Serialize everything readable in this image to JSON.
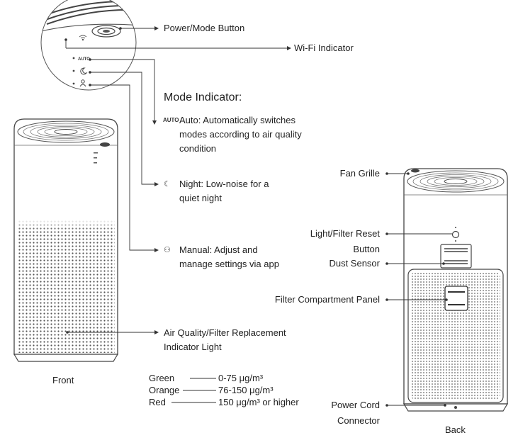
{
  "callouts": {
    "power_mode_button": "Power/Mode Button",
    "wifi_indicator": "Wi-Fi Indicator",
    "mode_indicator_heading": "Mode Indicator:",
    "auto_icon_text": "AUTO",
    "auto_desc": "Auto: Automatically switches modes according to air quality condition",
    "night_desc": "Night: Low-noise for a quiet night",
    "manual_desc": "Manual: Adjust and manage settings via app",
    "air_quality_light": "Air Quality/Filter Replacement Indicator Light",
    "fan_grille": "Fan Grille",
    "light_filter_reset": "Light/Filter Reset Button",
    "dust_sensor": "Dust Sensor",
    "filter_panel": "Filter Compartment Panel",
    "power_cord": "Power Cord Connector"
  },
  "captions": {
    "front": "Front",
    "back": "Back"
  },
  "air_quality_levels": [
    {
      "color": "Green",
      "range": "0-75 μg/m³"
    },
    {
      "color": "Orange",
      "range": "76-150 μg/m³"
    },
    {
      "color": "Red",
      "range": "150 μg/m³ or higher"
    }
  ],
  "colors": {
    "line": "#333333",
    "outline": "#444444",
    "text": "#222222"
  },
  "icons": [
    "wifi-icon",
    "auto-icon",
    "moon-icon",
    "person-icon"
  ]
}
